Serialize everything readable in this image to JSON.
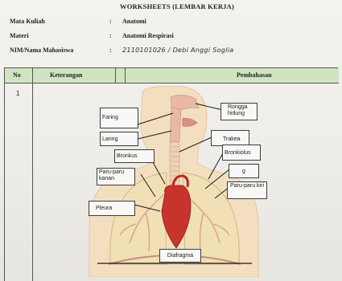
{
  "worksheet": {
    "title": "WORKSHEETS (LEMBAR KERJA)",
    "fields": [
      {
        "label": "Mata Kuliah",
        "colon": ":",
        "value": "Anatomi"
      },
      {
        "label": "Materi",
        "colon": ":",
        "value": "Anatomi Respirasi"
      },
      {
        "label": "NIM/Nama Mahasiswa",
        "colon": ":",
        "value": "2110101026 / Debi Anggi Soglia"
      }
    ]
  },
  "table": {
    "headers": [
      "No",
      "Keterangan",
      "Pembahasan"
    ],
    "rows": [
      {
        "no": "1"
      }
    ]
  },
  "figure": {
    "labels": {
      "faring": "Faring",
      "laring": "Laring",
      "bronkus": "Bronkus",
      "paru_kanan": "Paru-paru kanan",
      "pleura": "Pleura",
      "diafragma": "Diafragma",
      "rongga_hidung": "Rongga hidung",
      "trakea": "Trakea",
      "bronkiolus": "Bronkiolus",
      "alveolus": "g",
      "paru_kiri": "Paru-paru kiri"
    },
    "colors": {
      "skin": "#f3dfc0",
      "lung": "#f1dfb6",
      "airway": "#e8b9a6",
      "heart": "#c8332c",
      "header_green": "#cfe5c2"
    }
  }
}
